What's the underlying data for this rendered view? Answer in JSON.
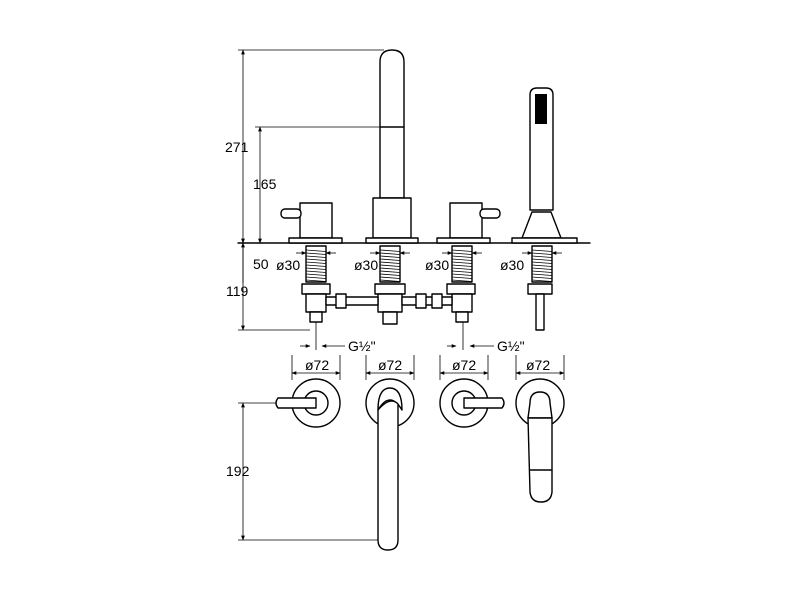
{
  "dimensions": {
    "total_height": "271",
    "spout_height": "165",
    "deck_spacing": "50",
    "below_deck": "119",
    "spout_reach": "192",
    "pipe_thread_left": "G½\"",
    "pipe_thread_right": "G½\"",
    "shank_diameters": [
      "ø30",
      "ø30",
      "ø30",
      "ø30"
    ],
    "rosette_diameters": [
      "ø72",
      "ø72",
      "ø72",
      "ø72"
    ]
  }
}
